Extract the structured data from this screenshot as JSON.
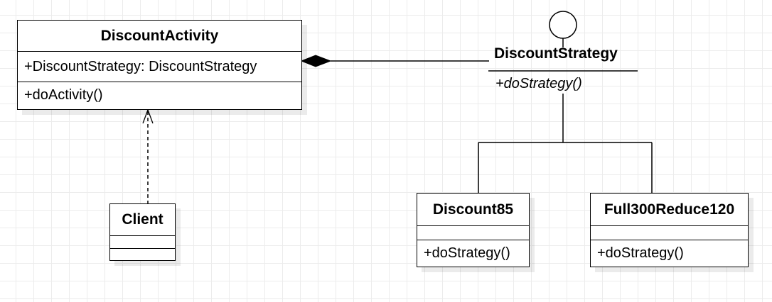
{
  "diagram": {
    "classes": {
      "discount_activity": {
        "name": "DiscountActivity",
        "attribute": "+DiscountStrategy: DiscountStrategy",
        "operation": "+doActivity()"
      },
      "client": {
        "name": "Client",
        "attribute": "",
        "operation": ""
      },
      "discount85": {
        "name": "Discount85",
        "attribute": "",
        "operation": "+doStrategy()"
      },
      "full300reduce120": {
        "name": "Full300Reduce120",
        "attribute": "",
        "operation": "+doStrategy()"
      }
    },
    "interface": {
      "name": "DiscountStrategy",
      "operation": "+doStrategy()"
    },
    "relationships": [
      {
        "type": "composition",
        "whole": "DiscountActivity",
        "part": "DiscountStrategy"
      },
      {
        "type": "dependency",
        "from": "Client",
        "to": "DiscountActivity"
      },
      {
        "type": "realization",
        "from": "Discount85",
        "to": "DiscountStrategy"
      },
      {
        "type": "realization",
        "from": "Full300Reduce120",
        "to": "DiscountStrategy"
      }
    ]
  }
}
